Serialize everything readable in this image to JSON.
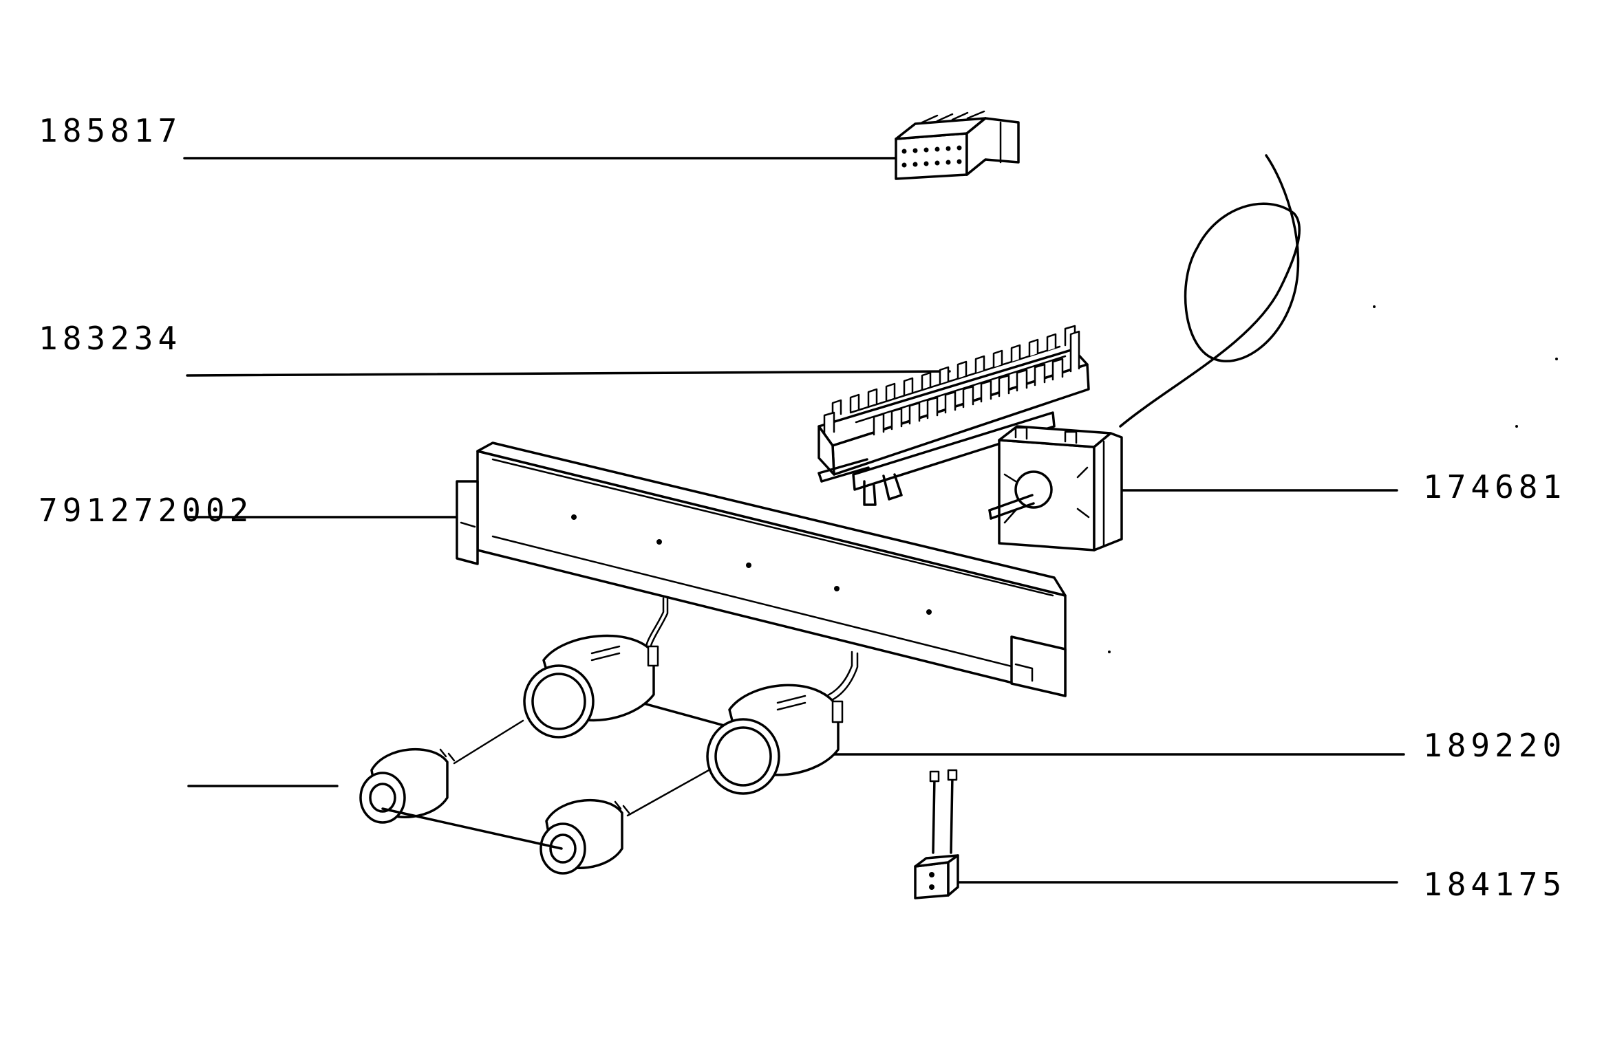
{
  "diagram": {
    "part_numbers": {
      "connector": "185817",
      "terminal_block": "183234",
      "panel": "791272002",
      "thermostat": "174681",
      "lamp_holder": "189220",
      "connector_block": "184175"
    },
    "line_color": "#000000",
    "background": "#ffffff"
  }
}
